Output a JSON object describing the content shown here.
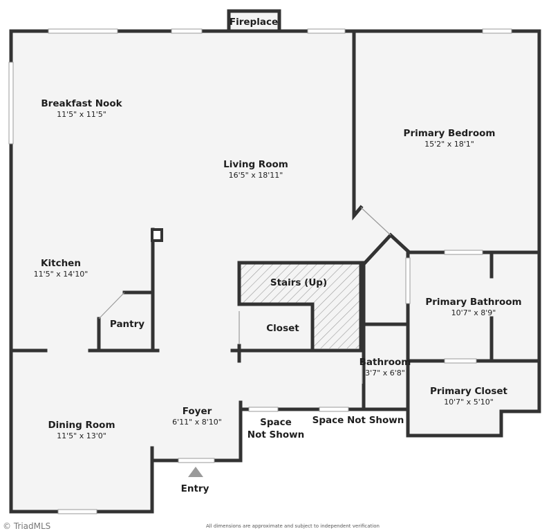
{
  "rooms": [
    {
      "name": "Fireplace",
      "dims": ""
    },
    {
      "name": "Breakfast Nook",
      "dims": "11'5\" x 11'5\""
    },
    {
      "name": "Living Room",
      "dims": "16'5\" x 18'11\""
    },
    {
      "name": "Primary Bedroom",
      "dims": "15'2\" x 18'1\""
    },
    {
      "name": "Kitchen",
      "dims": "11'5\" x 14'10\""
    },
    {
      "name": "Stairs (Up)",
      "dims": ""
    },
    {
      "name": "Closet",
      "dims": ""
    },
    {
      "name": "Pantry",
      "dims": ""
    },
    {
      "name": "Primary Bathroom",
      "dims": "10'7\" x 8'9\""
    },
    {
      "name": "Bathroom",
      "dims": "3'7\" x 6'8\""
    },
    {
      "name": "Primary Closet",
      "dims": "10'7\" x 5'10\""
    },
    {
      "name": "Foyer",
      "dims": "6'11\" x 8'10\""
    },
    {
      "name": "Dining Room",
      "dims": "11'5\" x 13'0\""
    }
  ],
  "labels": {
    "space_not_shown_1": "Space",
    "space_not_shown_2": "Not Shown",
    "space_not_shown_3": "Space Not Shown",
    "entry": "Entry"
  },
  "footer": {
    "logo": "© TriadMLS",
    "disclaimer": "All dimensions are approximate and subject to independent verification"
  },
  "colors": {
    "wall": "#333333",
    "floor": "#f4f4f4",
    "hatch": "#aaaaaa"
  }
}
